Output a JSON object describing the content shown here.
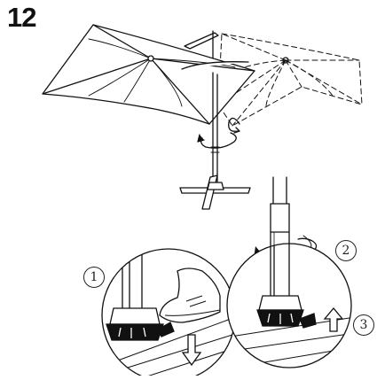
{
  "step": {
    "number": "12"
  },
  "callouts": {
    "one": "1",
    "two": "2",
    "three": "3"
  }
}
